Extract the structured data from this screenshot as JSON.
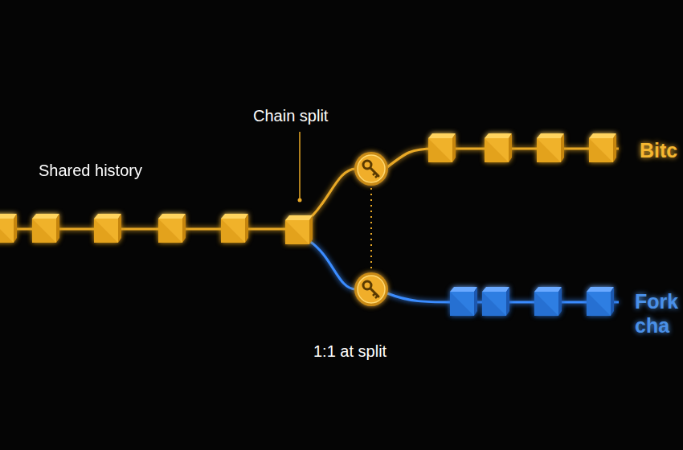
{
  "diagram": {
    "labels": [
      "Shared history",
      "Chain split",
      "Bitc",
      "Fork cha",
      "1:1 at split"
    ]
  }
}
